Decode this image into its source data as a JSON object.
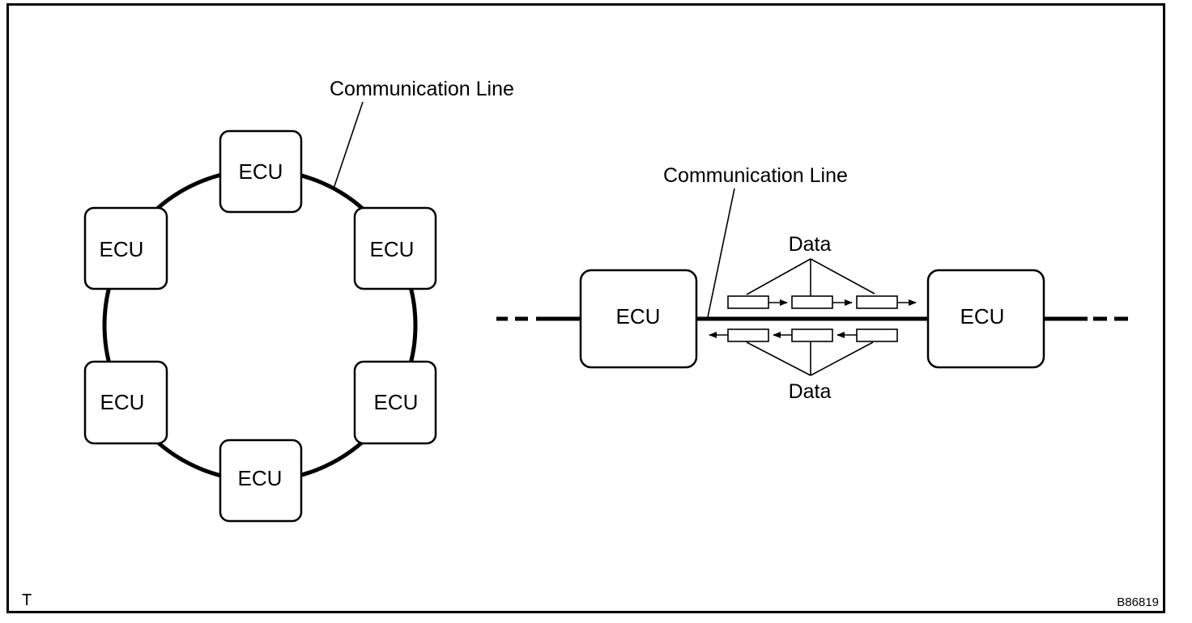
{
  "figure": {
    "corner_mark": "T",
    "figure_code": "B86819",
    "colors": {
      "line": "#000000",
      "background": "#ffffff"
    }
  },
  "ring_diagram": {
    "caption": "Communication Line",
    "nodes": [
      {
        "id": "top",
        "label": "ECU"
      },
      {
        "id": "upper-left",
        "label": "ECU"
      },
      {
        "id": "upper-right",
        "label": "ECU"
      },
      {
        "id": "lower-left",
        "label": "ECU"
      },
      {
        "id": "lower-right",
        "label": "ECU"
      },
      {
        "id": "bottom",
        "label": "ECU"
      }
    ]
  },
  "bus_diagram": {
    "caption": "Communication Line",
    "left_node": {
      "label": "ECU"
    },
    "right_node": {
      "label": "ECU"
    },
    "upper_data": {
      "label": "Data",
      "direction": "right",
      "packet_count": 3
    },
    "lower_data": {
      "label": "Data",
      "direction": "left",
      "packet_count": 3
    }
  }
}
